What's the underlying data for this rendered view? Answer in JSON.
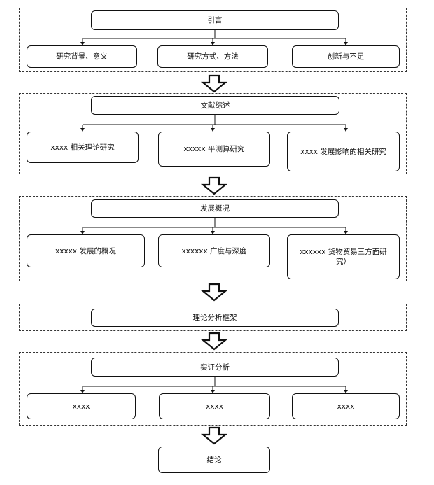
{
  "sections": [
    {
      "title": "引言",
      "items": [
        "研究背景、意义",
        "研究方式、方法",
        "创新与不足"
      ]
    },
    {
      "title": "文献综述",
      "items": [
        "xxxx 相关理论研究",
        "xxxxx 平测算研究",
        "xxxx 发展影响的相关研究"
      ]
    },
    {
      "title": "发展概况",
      "items": [
        "xxxxx 发展的概况",
        "xxxxxx 广度与深度",
        "xxxxxx 货物贸易三方面研究）"
      ]
    },
    {
      "title": "理论分析框架",
      "items": []
    },
    {
      "title": "实证分析",
      "items": [
        "xxxx",
        "xxxx",
        "xxxx"
      ]
    }
  ],
  "conclusion": "结论"
}
